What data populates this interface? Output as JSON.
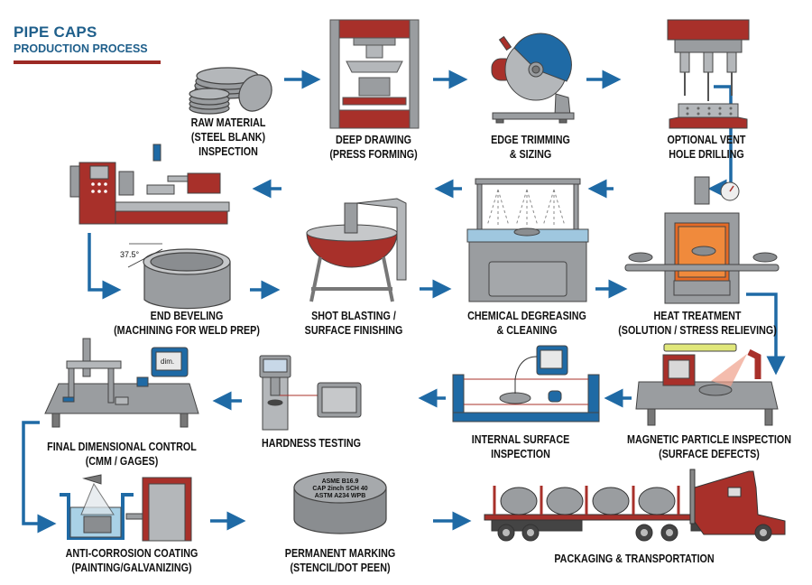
{
  "title": {
    "line1": "PIPE CAPS",
    "line2": "PRODUCTION PROCESS"
  },
  "colors": {
    "accent_blue": "#1f6aa5",
    "machine_red": "#a8302a",
    "steel_gray": "#9a9da0",
    "title_blue": "#1f5f8b"
  },
  "steps": [
    {
      "id": 1,
      "lines": [
        "RAW MATERIAL",
        "(STEEL BLANK)",
        "INSPECTION"
      ],
      "icon": "steel-blanks-icon"
    },
    {
      "id": 2,
      "lines": [
        "DEEP DRAWING",
        "(PRESS FORMING)"
      ],
      "icon": "press-icon"
    },
    {
      "id": 3,
      "lines": [
        "EDGE TRIMMING",
        "& SIZING"
      ],
      "icon": "cutoff-saw-icon"
    },
    {
      "id": 4,
      "lines": [
        "OPTIONAL VENT",
        "HOLE DRILLING"
      ],
      "icon": "drill-press-icon"
    },
    {
      "id": 5,
      "lines": [
        "HEAT TREATMENT",
        "(SOLUTION / STRESS RELIEVING)"
      ],
      "icon": "furnace-icon"
    },
    {
      "id": 6,
      "lines": [
        "CHEMICAL DEGREASING",
        "& CLEANING"
      ],
      "icon": "wash-tank-icon"
    },
    {
      "id": 7,
      "lines": [
        "SHOT BLASTING /",
        "SURFACE FINISHING"
      ],
      "icon": "shot-blaster-icon"
    },
    {
      "id": 8,
      "lines": [
        "END BEVELING",
        "(MACHINING FOR WELD PREP)"
      ],
      "icon": "lathe-icon",
      "bevel_angle": "37.5°"
    },
    {
      "id": 9,
      "lines": [
        "MAGNETIC PARTICLE INSPECTION",
        "(SURFACE DEFECTS)"
      ],
      "icon": "mpi-station-icon"
    },
    {
      "id": 10,
      "lines": [
        "INTERNAL SURFACE",
        "INSPECTION"
      ],
      "icon": "ultrasonic-tank-icon"
    },
    {
      "id": 11,
      "lines": [
        "HARDNESS TESTING"
      ],
      "icon": "hardness-tester-icon"
    },
    {
      "id": 12,
      "lines": [
        "FINAL DIMENSIONAL CONTROL",
        "(CMM / GAGES)"
      ],
      "icon": "cmm-icon",
      "display_text": "dim."
    },
    {
      "id": 13,
      "lines": [
        "ANTI-CORROSION COATING",
        "(PAINTING/GALVANIZING)"
      ],
      "icon": "coating-booth-icon"
    },
    {
      "id": 14,
      "lines": [
        "PERMANENT MARKING",
        "(STENCIL/DOT PEEN)"
      ],
      "icon": "marked-cap-icon",
      "marking": [
        "ASME B16.9",
        "CAP 2inch SCH 40",
        "ASTM A234 WPB"
      ]
    },
    {
      "id": 15,
      "lines": [
        "PACKAGING & TRANSPORTATION"
      ],
      "icon": "truck-icon"
    }
  ]
}
